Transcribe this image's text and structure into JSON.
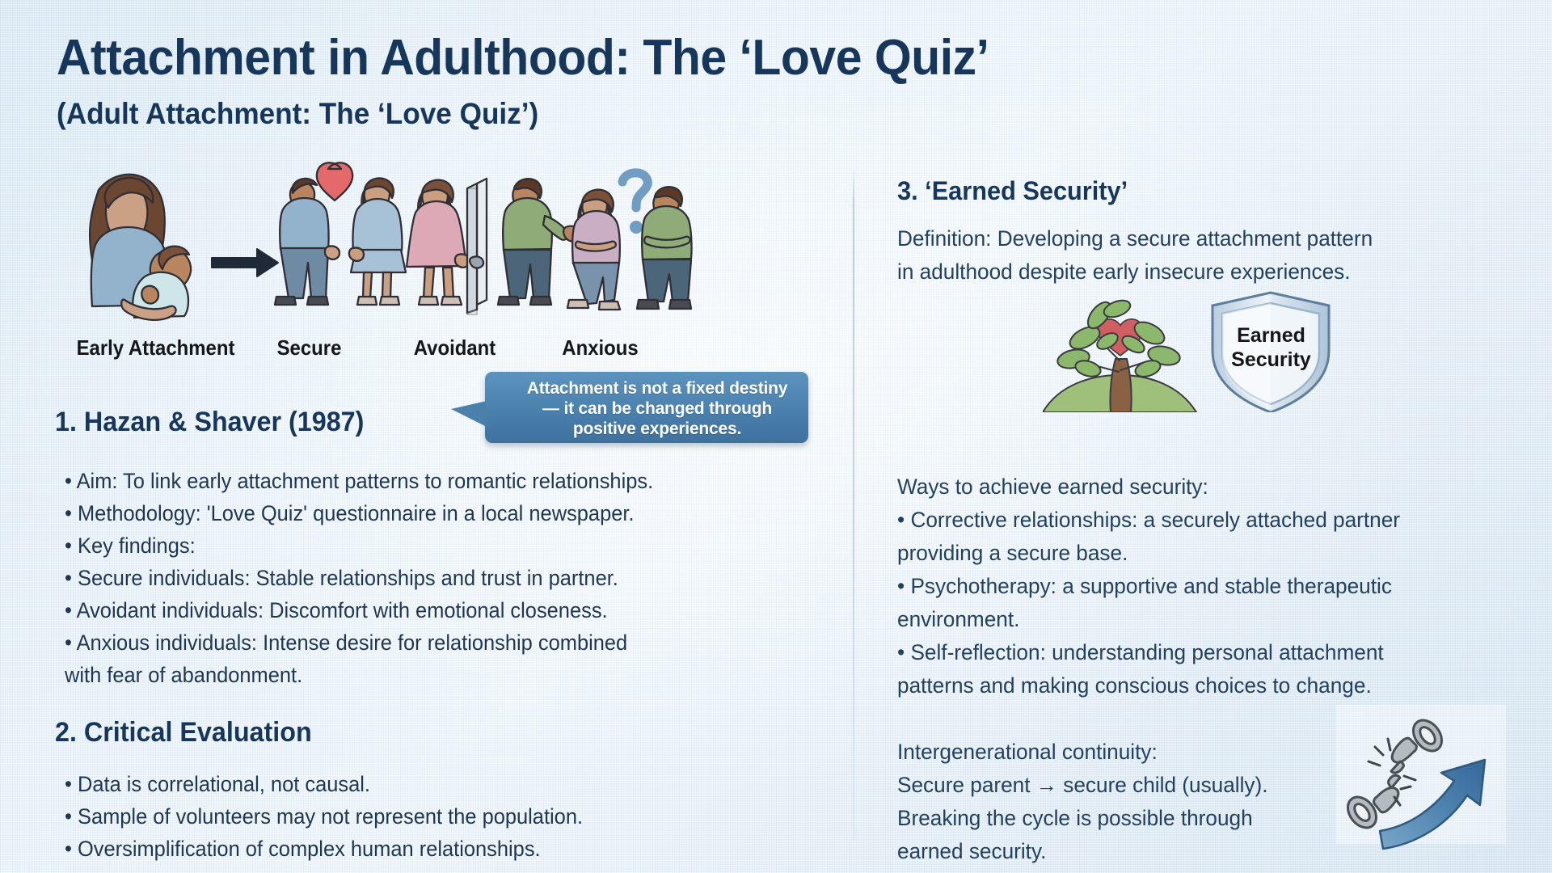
{
  "title": "Attachment in Adulthood: The ‘Love Quiz’",
  "subtitle": "(Adult Attachment: The ‘Love Quiz’)",
  "colors": {
    "heading_navy": "#16365c",
    "body_navy": "#23405f",
    "bubble_blue": "#4d83af",
    "background_blue": "#e7f1f8",
    "heart_red": "#d9534f",
    "leaf_green": "#8cb86b",
    "shield_blue": "#b9cde0",
    "arrow_blue": "#3f76a8",
    "chain_grey": "#a9b0b4"
  },
  "illustration": {
    "labels": [
      {
        "id": "early",
        "text": "Early Attachment"
      },
      {
        "id": "secure",
        "text": "Secure"
      },
      {
        "id": "avoidant",
        "text": "Avoidant"
      },
      {
        "id": "anxious",
        "text": "Anxious"
      }
    ],
    "icons": [
      "mother-holding-baby-icon",
      "right-arrow-icon",
      "couple-holding-hands-heart-icon",
      "couple-separated-by-wall-icon",
      "couple-arms-crossed-question-mark-icon"
    ]
  },
  "callout": {
    "text": "Attachment is not a fixed destiny\n— it can be changed through\npositive experiences."
  },
  "left_column": {
    "section1": {
      "heading": "1. Hazan & Shaver (1987)",
      "bullets": "• Aim: To link early attachment patterns to romantic relationships.\n• Methodology: 'Love Quiz' questionnaire in a local newspaper.\n• Key findings:\n• Secure individuals: Stable relationships and trust in partner.\n• Avoidant individuals: Discomfort with emotional closeness.\n• Anxious individuals: Intense desire for relationship combined\nwith fear of abandonment."
    },
    "section2": {
      "heading": "2. Critical Evaluation",
      "bullets": "• Data is correlational, not causal.\n• Sample of volunteers may not represent the population.\n• Oversimplification of complex human relationships."
    }
  },
  "right_column": {
    "section3": {
      "heading": "3. ‘Earned Security’",
      "definition": "Definition: Developing a secure attachment pattern\nin adulthood despite early insecure experiences.",
      "shield_label": "Earned\nSecurity",
      "ways_intro": "Ways to achieve earned security:",
      "ways_bullets": "• Corrective relationships: a securely attached partner\nproviding a secure base.\n• Psychotherapy: a supportive and stable therapeutic\nenvironment.\n• Self-reflection: understanding personal attachment\npatterns and making conscious choices to change.",
      "intergenerational": "Intergenerational continuity:\nSecure parent → secure child (usually).\nBreaking the cycle is possible through\nearned security."
    },
    "icons": [
      "tree-with-heart-icon",
      "shield-icon",
      "broken-chain-icon",
      "upward-arrow-icon"
    ]
  }
}
